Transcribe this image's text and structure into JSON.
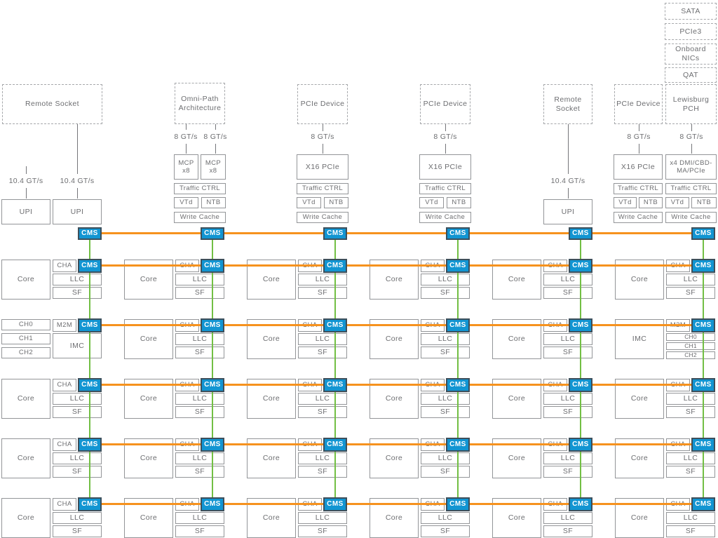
{
  "colors": {
    "mesh_horizontal": "#f6921e",
    "mesh_vertical": "#72bf44",
    "cms_fill": "#1295d2",
    "cms_border": "#3d4f5b",
    "box_border": "#939598",
    "dashed_border": "#a6a8ab",
    "text": "#6d6e71"
  },
  "io": {
    "peripherals": [
      "SATA",
      "PCIe3",
      "Onboard NICs",
      "QAT"
    ],
    "remote_socket_label": "Remote Socket",
    "omni_path_label": "Omni-Path Architecture",
    "pcie_device_label": "PCIe Device",
    "lewisburg_label": "Lewisburg PCH",
    "upi_speed": "10.4 GT/s",
    "pcie_speed": "8 GT/s",
    "upi_label": "UPI",
    "mcp_label": "MCP x8",
    "x16_label": "X16 PCIe",
    "dmi_label": "x4 DMI/CBD-MA/PCIe",
    "traffic_label": "Traffic CTRL",
    "vtd_label": "VTd",
    "ntb_label": "NTB",
    "write_cache_label": "Write Cache"
  },
  "mesh": {
    "cms_label": "CMS",
    "labels": {
      "core": "Core",
      "cha": "CHA",
      "llc": "LLC",
      "sf": "SF",
      "m2m": "M2M",
      "imc": "IMC",
      "channels": [
        "CH0",
        "CH1",
        "CH2"
      ]
    },
    "grid": [
      [
        "core",
        "core",
        "core",
        "core",
        "core",
        "core"
      ],
      [
        "mem-left",
        "core",
        "core",
        "core",
        "core",
        "mem-right"
      ],
      [
        "core",
        "core",
        "core",
        "core",
        "core",
        "core"
      ],
      [
        "core",
        "core",
        "core",
        "core",
        "core",
        "core"
      ],
      [
        "core",
        "core",
        "core",
        "core",
        "core",
        "core"
      ]
    ]
  }
}
